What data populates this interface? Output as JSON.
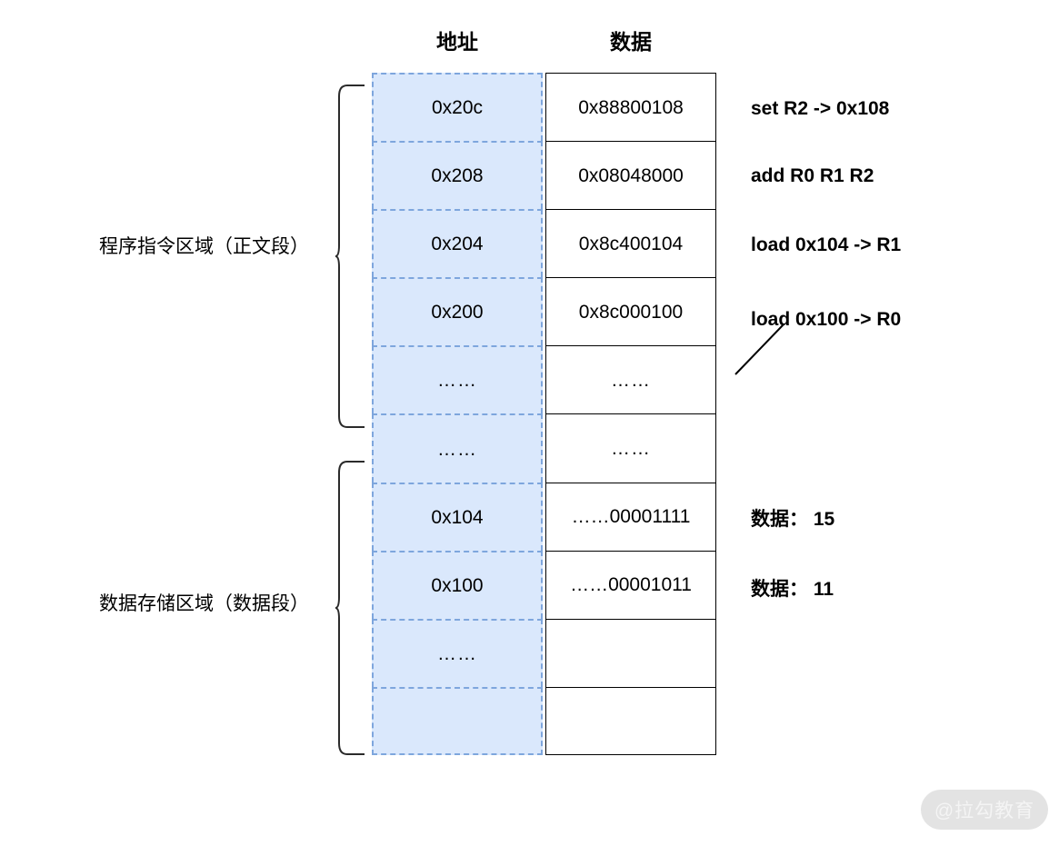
{
  "headers": {
    "address": "地址",
    "data": "数据"
  },
  "sections": [
    {
      "label": "程序指令区域（正文段）"
    },
    {
      "label": "数据存储区域（数据段）"
    }
  ],
  "rows": [
    {
      "address": "0x20c",
      "data": "0x88800108"
    },
    {
      "address": "0x208",
      "data": "0x08048000"
    },
    {
      "address": "0x204",
      "data": "0x8c400104"
    },
    {
      "address": "0x200",
      "data": "0x8c000100"
    },
    {
      "address": "……",
      "data": "……"
    },
    {
      "address": "……",
      "data": "……"
    },
    {
      "address": "0x104",
      "data": "……00001111"
    },
    {
      "address": "0x100",
      "data": "……00001011"
    },
    {
      "address": "……",
      "data": ""
    },
    {
      "address": "",
      "data": ""
    }
  ],
  "annotations": [
    "set R2 -> 0x108",
    "add R0 R1 R2",
    "load 0x104 -> R1",
    "load 0x100 -> R0",
    "数据： 15",
    "数据： 11"
  ],
  "watermark": "@拉勾教育",
  "colors": {
    "address_fill": "#dae8fc",
    "address_border": "#7ea6dd",
    "data_border": "#000000",
    "text": "#000000",
    "brace": "#2b2b2b",
    "watermark_bg": "#e3e3e3",
    "watermark_text": "#f4f4f4"
  }
}
